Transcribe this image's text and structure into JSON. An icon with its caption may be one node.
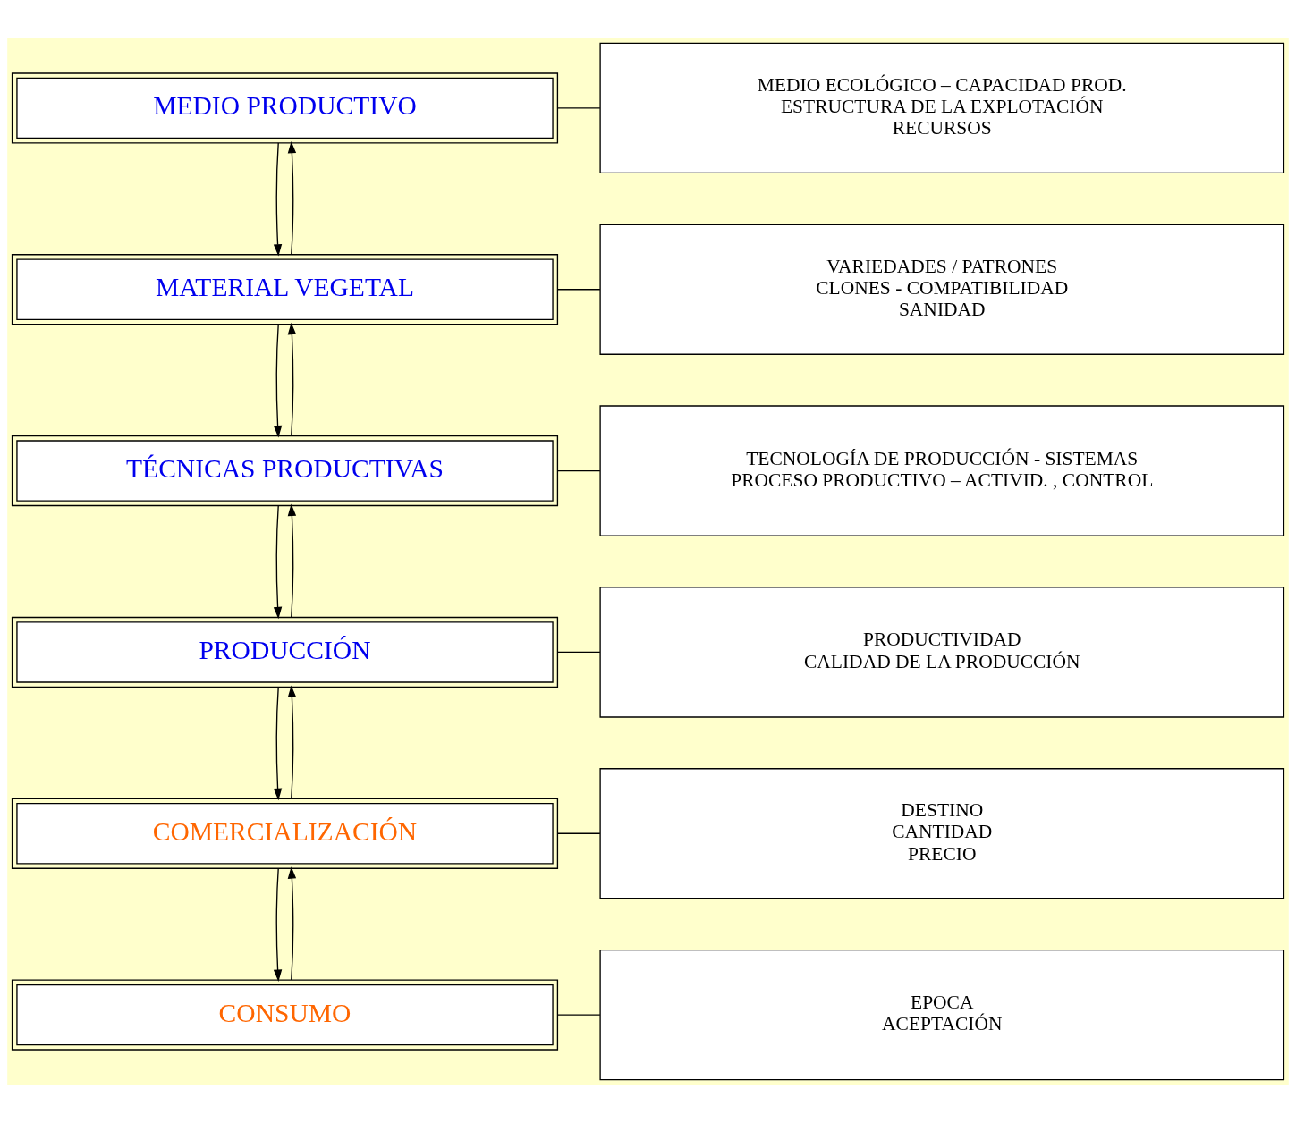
{
  "diagram": {
    "nodes": [
      {
        "text": [
          "MEDIO PRODUCTIVO"
        ]
      },
      {
        "text": [
          "MEDIO ECOLÓGICO – CAPACIDAD PROD.",
          "ESTRUCTURA DE LA EXPLOTACIÓN",
          "RECURSOS"
        ]
      },
      {
        "text": [
          "MATERIAL VEGETAL"
        ]
      },
      {
        "text": [
          "VARIEDADES / PATRONES",
          "CLONES - COMPATIBILIDAD",
          "SANIDAD"
        ]
      },
      {
        "text": [
          "TÉCNICAS PRODUCTIVAS"
        ]
      },
      {
        "text": [
          "TECNOLOGÍA DE PRODUCCIÓN - SISTEMAS",
          "PROCESO PRODUCTIVO – ACTIVID. , CONTROL"
        ]
      },
      {
        "text": [
          "PRODUCCIÓN"
        ]
      },
      {
        "text": [
          "PRODUCTIVIDAD",
          "CALIDAD DE LA PRODUCCIÓN"
        ]
      },
      {
        "text": [
          "COMERCIALIZACIÓN"
        ]
      },
      {
        "text": [
          "DESTINO",
          "CANTIDAD",
          "PRECIO"
        ]
      },
      {
        "text": [
          "CONSUMO"
        ]
      },
      {
        "text": [
          "EPOCA",
          "ACEPTACIÓN"
        ]
      }
    ],
    "edges": [
      {
        "from": 0,
        "to": 1,
        "arrow": "none"
      },
      {
        "from": 0,
        "to": 2,
        "arrow": "to"
      },
      {
        "from": 2,
        "to": 0,
        "arrow": "to"
      },
      {
        "from": 2,
        "to": 3,
        "arrow": "none"
      },
      {
        "from": 2,
        "to": 4,
        "arrow": "to"
      },
      {
        "from": 4,
        "to": 2,
        "arrow": "to"
      },
      {
        "from": 4,
        "to": 5,
        "arrow": "none"
      },
      {
        "from": 4,
        "to": 6,
        "arrow": "to"
      },
      {
        "from": 6,
        "to": 4,
        "arrow": "to"
      },
      {
        "from": 6,
        "to": 7,
        "arrow": "none"
      },
      {
        "from": 6,
        "to": 8,
        "arrow": "to"
      },
      {
        "from": 8,
        "to": 6,
        "arrow": "to"
      },
      {
        "from": 8,
        "to": 9,
        "arrow": "none"
      },
      {
        "from": 8,
        "to": 10,
        "arrow": "to"
      },
      {
        "from": 10,
        "to": 8,
        "arrow": "to"
      },
      {
        "from": 10,
        "to": 11,
        "arrow": "none"
      }
    ]
  }
}
